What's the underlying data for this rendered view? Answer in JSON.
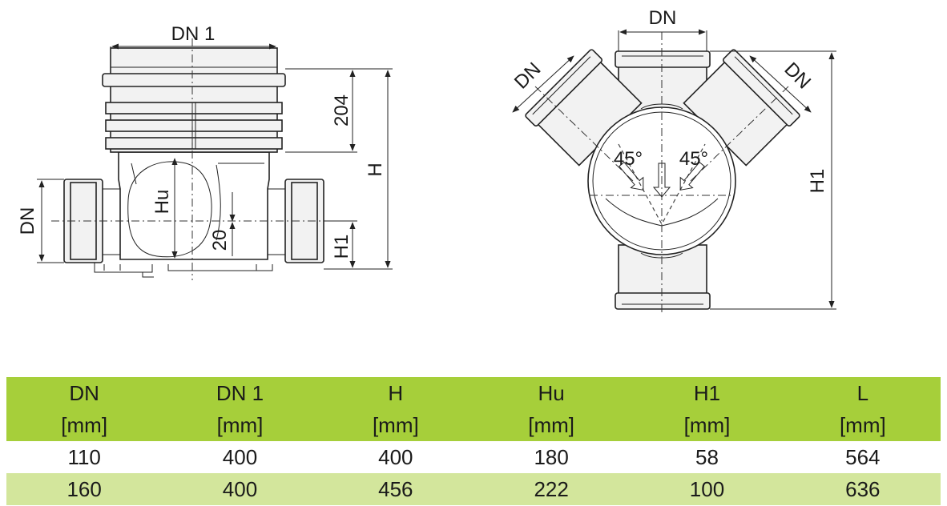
{
  "side_view": {
    "dn1_label": "DN 1",
    "height_204_label": "204",
    "h_label": "H",
    "dn_label": "DN",
    "hu_label": "Hu",
    "twenty_label": "20",
    "h1_label": "H1"
  },
  "top_view": {
    "dn_top_label": "DN",
    "dn_left_label": "DN",
    "dn_right_label": "DN",
    "angle_left_label": "45°",
    "angle_right_label": "45°",
    "h1_label": "H1"
  },
  "table": {
    "header_top": [
      "DN",
      "DN 1",
      "H",
      "Hu",
      "H1",
      "L"
    ],
    "header_units": [
      "[mm]",
      "[mm]",
      "[mm]",
      "[mm]",
      "[mm]",
      "[mm]"
    ],
    "rows": [
      [
        "110",
        "400",
        "400",
        "180",
        "58",
        "564"
      ],
      [
        "160",
        "400",
        "456",
        "222",
        "100",
        "636"
      ]
    ]
  },
  "colors": {
    "header_bg": "#a6cf3a",
    "alt_row_bg": "#d3e69c"
  }
}
